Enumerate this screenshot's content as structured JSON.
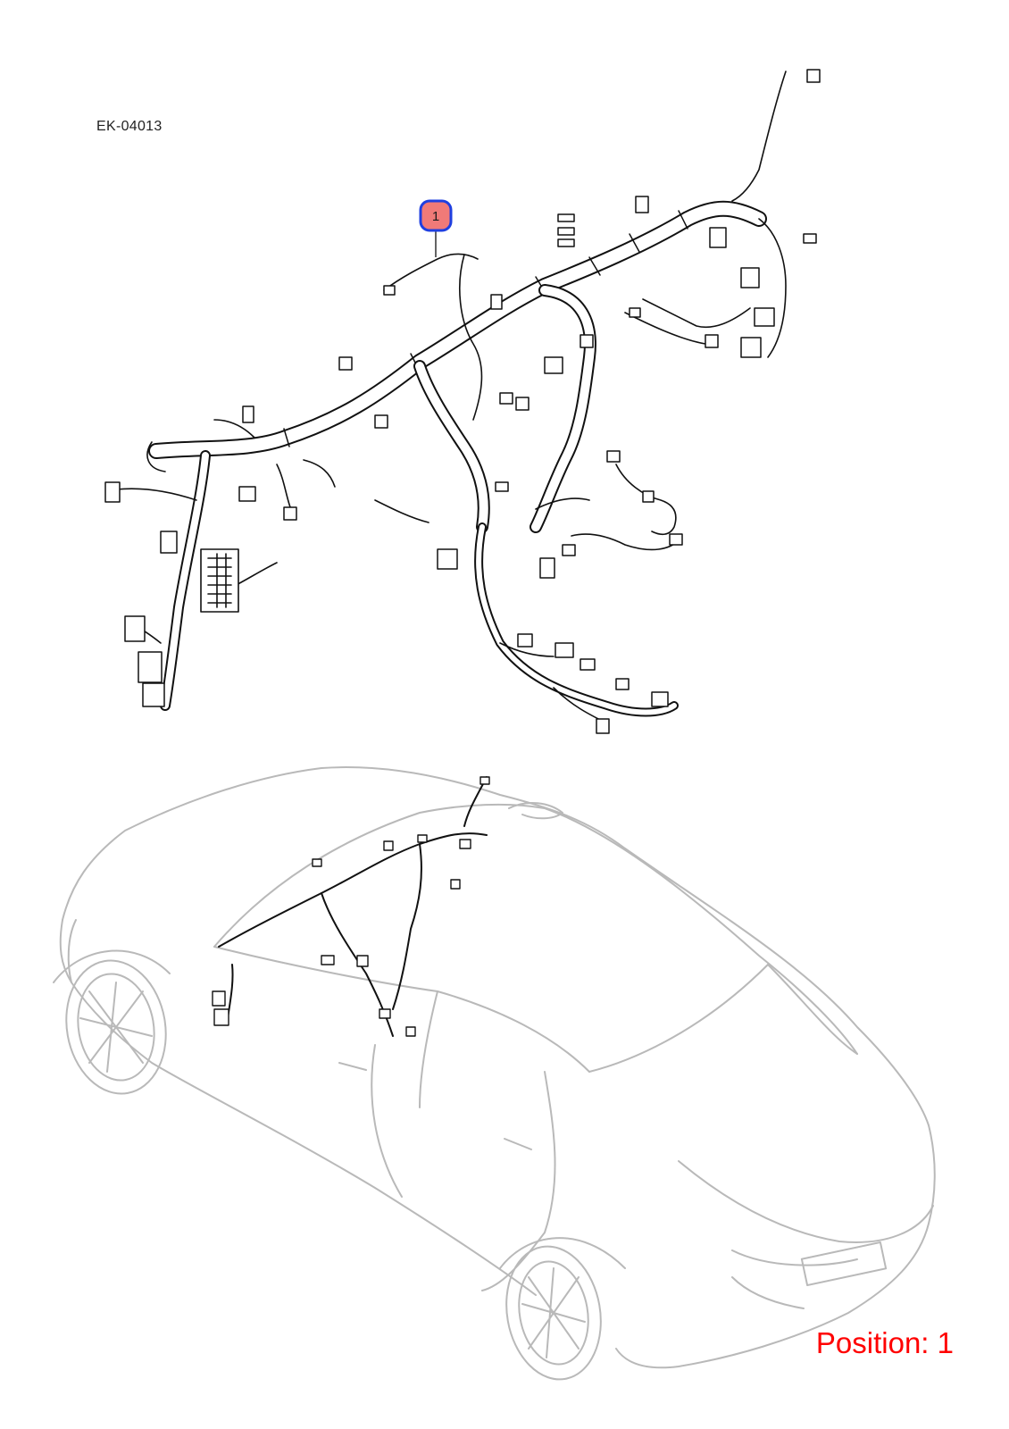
{
  "drawing_code": "EK-04013",
  "callout": {
    "number": "1",
    "fill": "#f07a78",
    "border": "#1f3fe0"
  },
  "position_label": "Position: 1",
  "colors": {
    "line": "#111111",
    "car": "#b9b9b9",
    "position_text": "#ff0000"
  }
}
